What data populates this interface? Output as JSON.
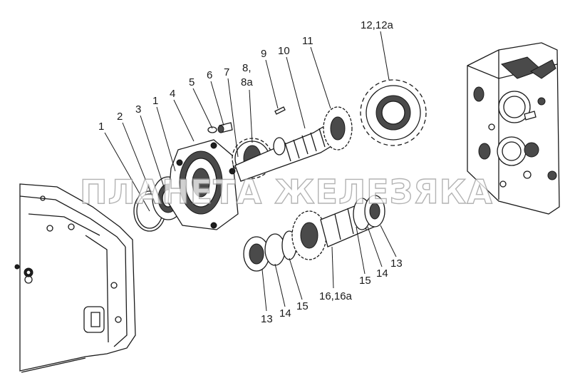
{
  "watermark": "ПЛАНЕТА ЖЕЛЕЗЯКА",
  "callouts": [
    {
      "id": "c1a",
      "text": "1"
    },
    {
      "id": "c2",
      "text": "2"
    },
    {
      "id": "c3",
      "text": "3"
    },
    {
      "id": "c1b",
      "text": "1"
    },
    {
      "id": "c4",
      "text": "4"
    },
    {
      "id": "c5",
      "text": "5"
    },
    {
      "id": "c6",
      "text": "6"
    },
    {
      "id": "c7",
      "text": "7"
    },
    {
      "id": "c8",
      "text": "8,"
    },
    {
      "id": "c8a",
      "text": "8а"
    },
    {
      "id": "c9",
      "text": "9"
    },
    {
      "id": "c10",
      "text": "10"
    },
    {
      "id": "c11",
      "text": "11"
    },
    {
      "id": "c12",
      "text": "12,12а"
    },
    {
      "id": "c13a",
      "text": "13"
    },
    {
      "id": "c14a",
      "text": "14"
    },
    {
      "id": "c15a",
      "text": "15"
    },
    {
      "id": "c16",
      "text": "16,16а"
    },
    {
      "id": "c15b",
      "text": "15"
    },
    {
      "id": "c14b",
      "text": "14"
    },
    {
      "id": "c13b",
      "text": "13"
    }
  ]
}
